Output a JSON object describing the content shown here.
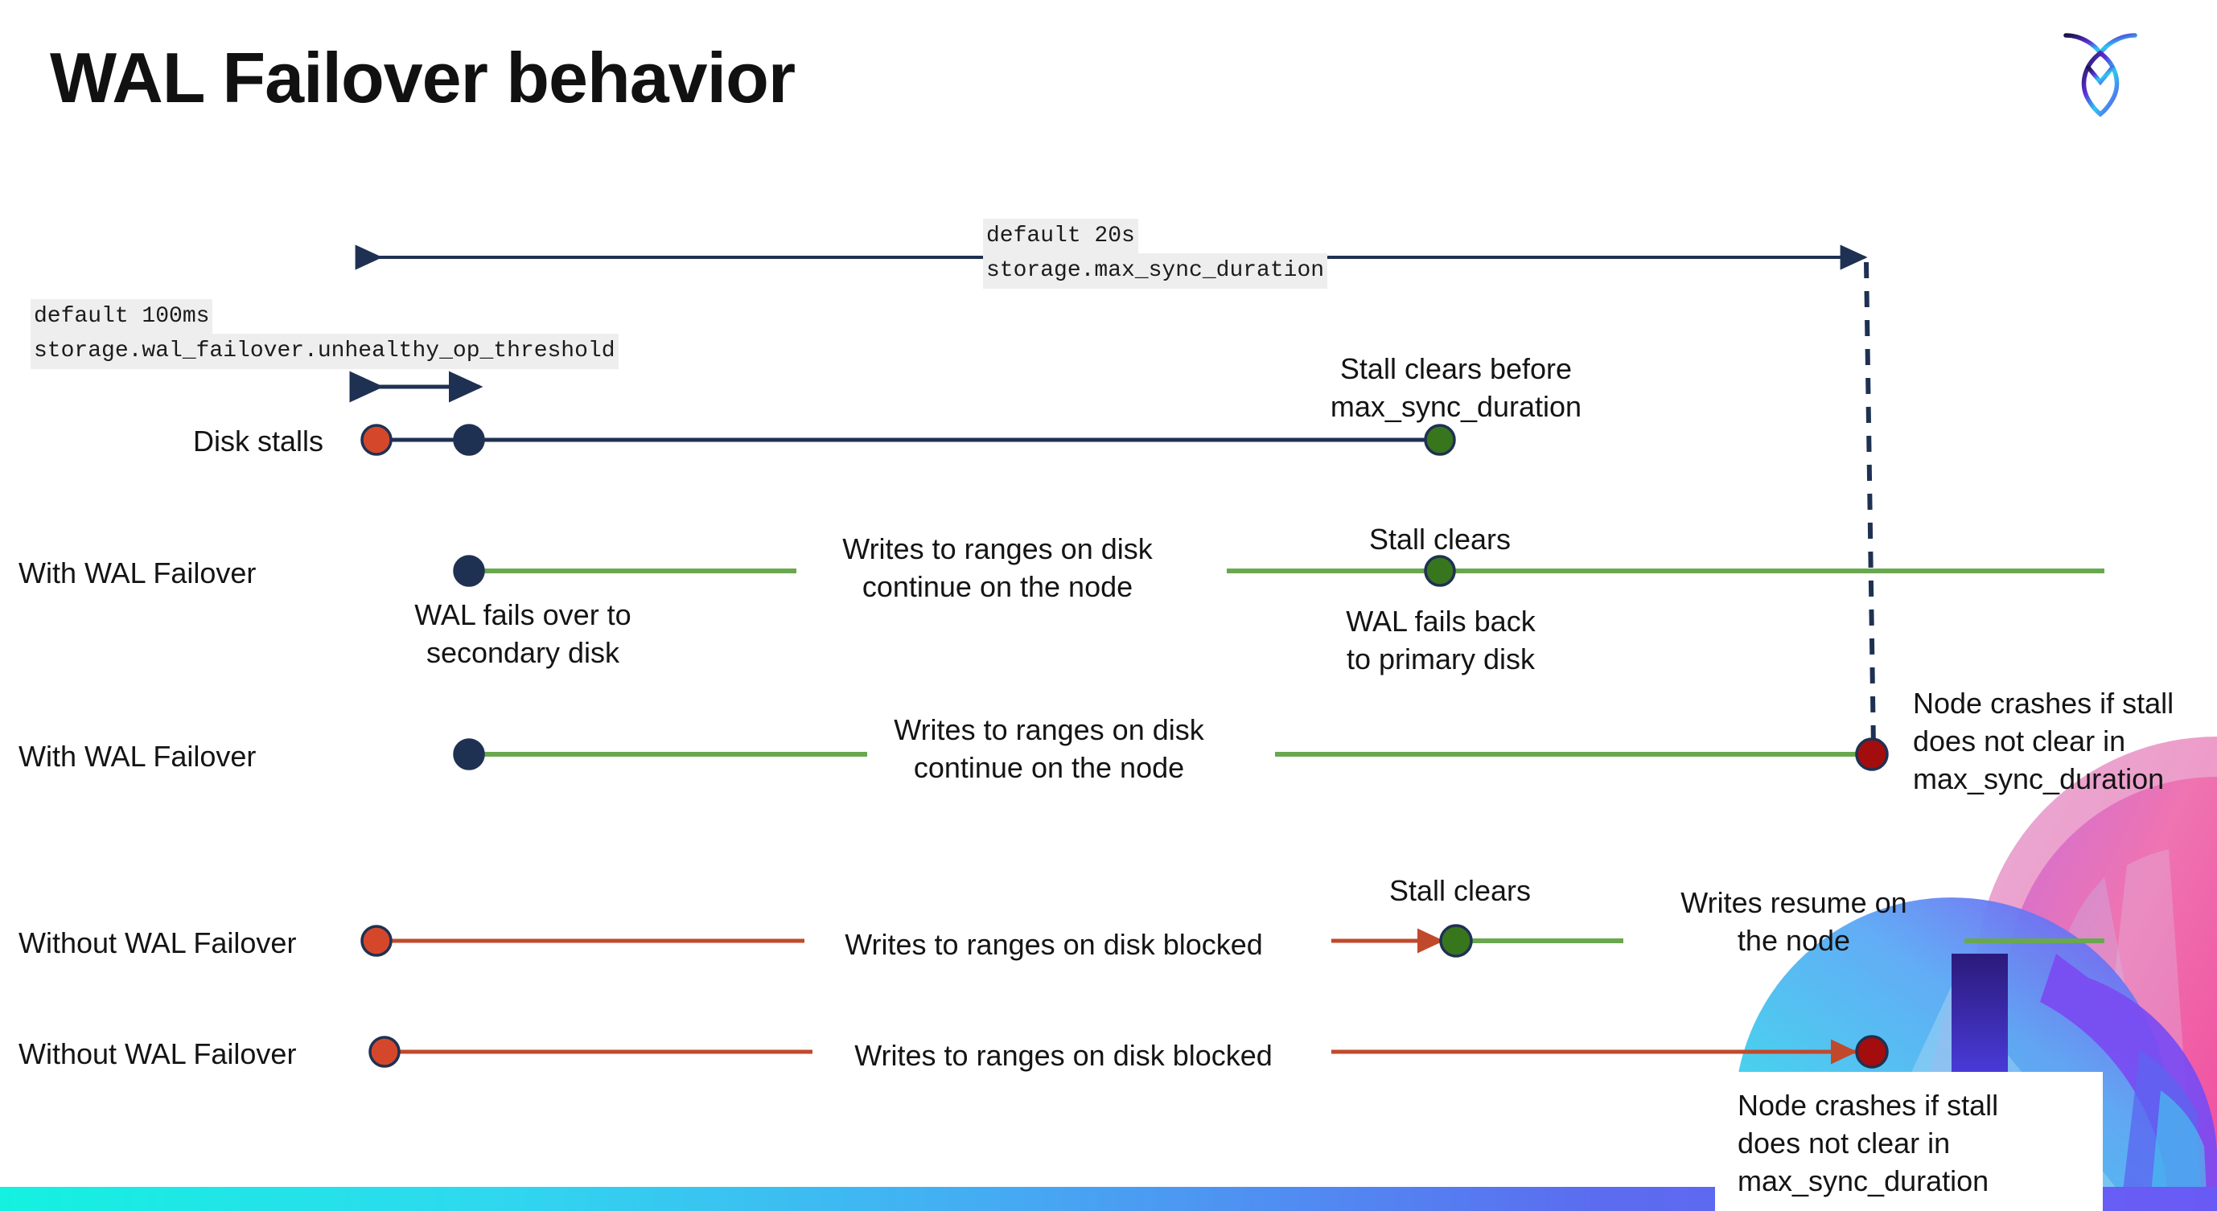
{
  "slide": {
    "title": "WAL Failover behavior",
    "logo_name": "cockroach-labs-logo"
  },
  "annotations": {
    "max_sync": {
      "default": "default 20s",
      "setting": "storage.max_sync_duration"
    },
    "unhealthy_op": {
      "default": "default 100ms",
      "setting": "storage.wal_failover.unhealthy_op_threshold"
    }
  },
  "rows": [
    {
      "label": "Disk stalls",
      "notes": [
        {
          "text_line1": "Stall clears before",
          "text_line2": "max_sync_duration"
        }
      ]
    },
    {
      "label": "With WAL Failover",
      "notes": [
        {
          "text_line1": "Writes to ranges on disk",
          "text_line2": "continue on the node"
        },
        {
          "text_line1": "Stall clears",
          "text_line2": ""
        },
        {
          "text_line1": "WAL fails over to",
          "text_line2": "secondary disk"
        },
        {
          "text_line1": "WAL fails  back",
          "text_line2": "to primary disk"
        }
      ]
    },
    {
      "label": "With WAL Failover",
      "notes": [
        {
          "text_line1": "Writes to ranges on disk",
          "text_line2": "continue on the node"
        },
        {
          "text_line1": "Node crashes if stall",
          "text_line2": "does not clear in",
          "text_line3": "max_sync_duration"
        }
      ]
    },
    {
      "label": "Without WAL Failover",
      "notes": [
        {
          "text_line1": "Writes to ranges on disk  blocked",
          "text_line2": ""
        },
        {
          "text_line1": "Stall clears",
          "text_line2": ""
        },
        {
          "text_line1": "Writes resume on",
          "text_line2": "the node"
        }
      ]
    },
    {
      "label": "Without WAL Failover",
      "notes": [
        {
          "text_line1": "Writes to ranges on disk  blocked",
          "text_line2": ""
        },
        {
          "text_line1": "Node crashes if stall",
          "text_line2": "does not clear in",
          "text_line3": "max_sync_duration"
        }
      ]
    }
  ],
  "labels": {
    "disk_stalls": "Disk stalls",
    "with_wal_1": "With WAL Failover",
    "with_wal_2": "With WAL Failover",
    "without_wal_1": "Without WAL Failover",
    "without_wal_2": "Without WAL Failover"
  },
  "texts": {
    "stall_clears_before_1": "Stall clears before",
    "stall_clears_before_2": "max_sync_duration",
    "writes_continue_1": "Writes to ranges on disk",
    "writes_continue_2": "continue on the node",
    "stall_clears": "Stall clears",
    "wal_fails_over_1": "WAL fails over to",
    "wal_fails_over_2": "secondary disk",
    "wal_fails_back_1": "WAL fails  back",
    "wal_fails_back_2": "to primary disk",
    "writes_continue_b1": "Writes to ranges on disk",
    "writes_continue_b2": "continue on the node",
    "node_crashes_1": "Node crashes if stall",
    "node_crashes_2": "does not clear in",
    "node_crashes_3": "max_sync_duration",
    "writes_blocked_a": "Writes to ranges on disk  blocked",
    "stall_clears_b": "Stall clears",
    "writes_resume_1": "Writes resume on",
    "writes_resume_2": "the node",
    "writes_blocked_b": "Writes to ranges on disk  blocked",
    "node_crashes_b1": "Node crashes if stall",
    "node_crashes_b2": "does not clear in",
    "node_crashes_b3": "max_sync_duration"
  },
  "colors": {
    "navy": "#1f3152",
    "green_line": "#6aa84f",
    "green_dot": "#38761d",
    "orange_dot": "#d5472b",
    "orange_line": "#c0492c",
    "red_dot": "#a30d0d",
    "code_bg": "#eeeeee",
    "bar_start": "#14f1e0",
    "bar_end": "#6a5af5",
    "text": "#141414"
  }
}
